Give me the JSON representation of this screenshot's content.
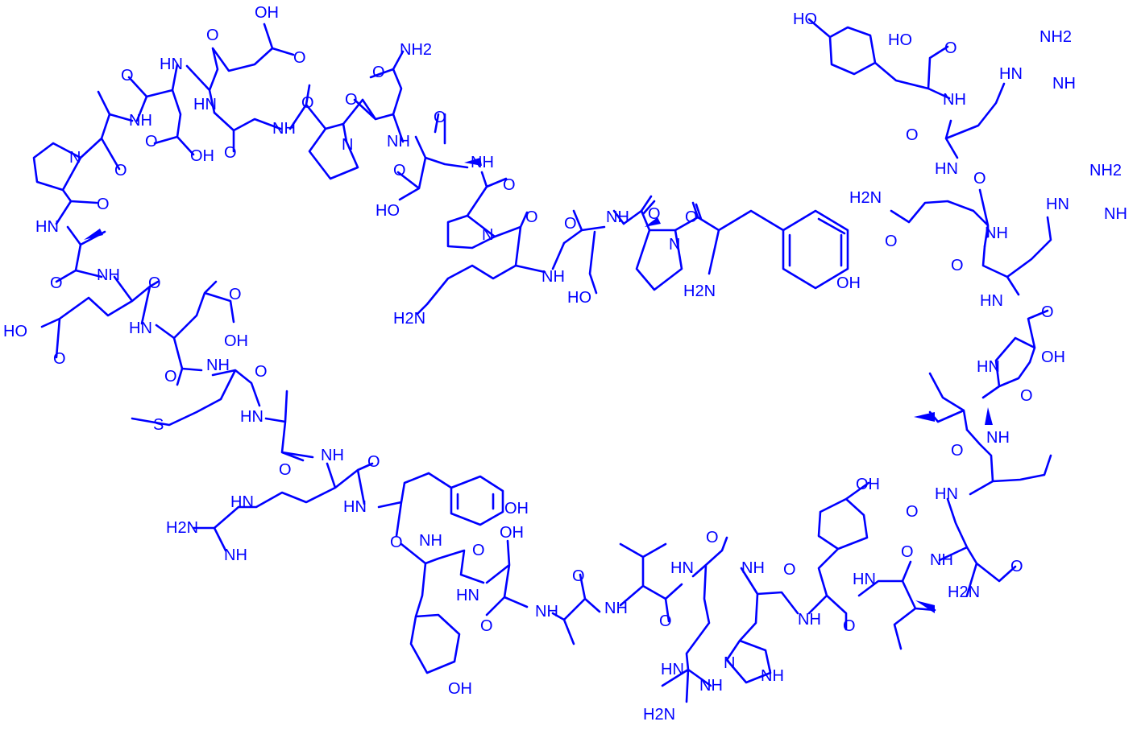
{
  "molecule": {
    "color": "#0000ff",
    "atom_labels": {
      "oh_tyr1": "OH",
      "h2n_tyr1": "H2N",
      "n_pro2": "N",
      "nh_ser3": "NH",
      "ho_ser3": "HO",
      "nh_lys4": "NH",
      "h2n_lys4": "H2N",
      "n_pro5": "N",
      "nh_asp6": "NH",
      "ho_asp6": "HO",
      "nh_asn7": "NH",
      "nh2_asn7": "NH2",
      "n_pro8": "N",
      "nh_gly9": "NH",
      "nh_glu10": "HN",
      "oh_glu10": "OH",
      "nh_asp11": "HN",
      "oh_asp11": "OH",
      "nh_ala12": "NH",
      "n_pro13": "N",
      "nh_ala14": "HN",
      "nh_glu15": "NH",
      "ho_glu15": "HO",
      "nh_asp16": "HN",
      "oh_asp16": "OH",
      "nh_met17": "NH",
      "s_met17": "S",
      "nh_ala18": "HN",
      "nh_arg19": "NH",
      "hn_arg19": "HN",
      "h2n_arg19": "H2N",
      "nh_im_arg19": "NH",
      "nh_tyr20": "HN",
      "oh_tyr20": "OH",
      "nh_tyr21": "NH",
      "oh_tyr21": "OH",
      "nh_ser22": "HN",
      "oh_ser22": "OH",
      "nh_ala23": "NH",
      "nh_leu24": "NH",
      "nh_arg25": "HN",
      "hn_arg25": "HN",
      "h2n_arg25": "H2N",
      "nh_im_arg25": "NH",
      "nh_his26": "NH",
      "n_his26": "N",
      "nh_ring_his26": "NH",
      "nh_tyr27": "NH",
      "oh_tyr27": "OH",
      "nh_ile28": "HN",
      "nh_asn29": "NH",
      "h2n_asn29": "H2N",
      "nh_leu30": "HN",
      "nh_ile31": "NH",
      "nh_thr32": "HN",
      "oh_thr32": "OH",
      "nh_arg33": "HN",
      "hn_arg33": "HN",
      "nh2_arg33": "NH2",
      "nh_im_arg33": "NH",
      "nh_gln34": "NH",
      "h2n_gln34": "H2N",
      "nh_arg35": "HN",
      "hn_arg35": "HN",
      "nh2_arg35": "NH2",
      "nh_im_arg35": "NH",
      "nh_tyr36": "NH",
      "ho_tyr36": "HO",
      "ho_cterm": "HO",
      "oxygen": "O"
    }
  }
}
